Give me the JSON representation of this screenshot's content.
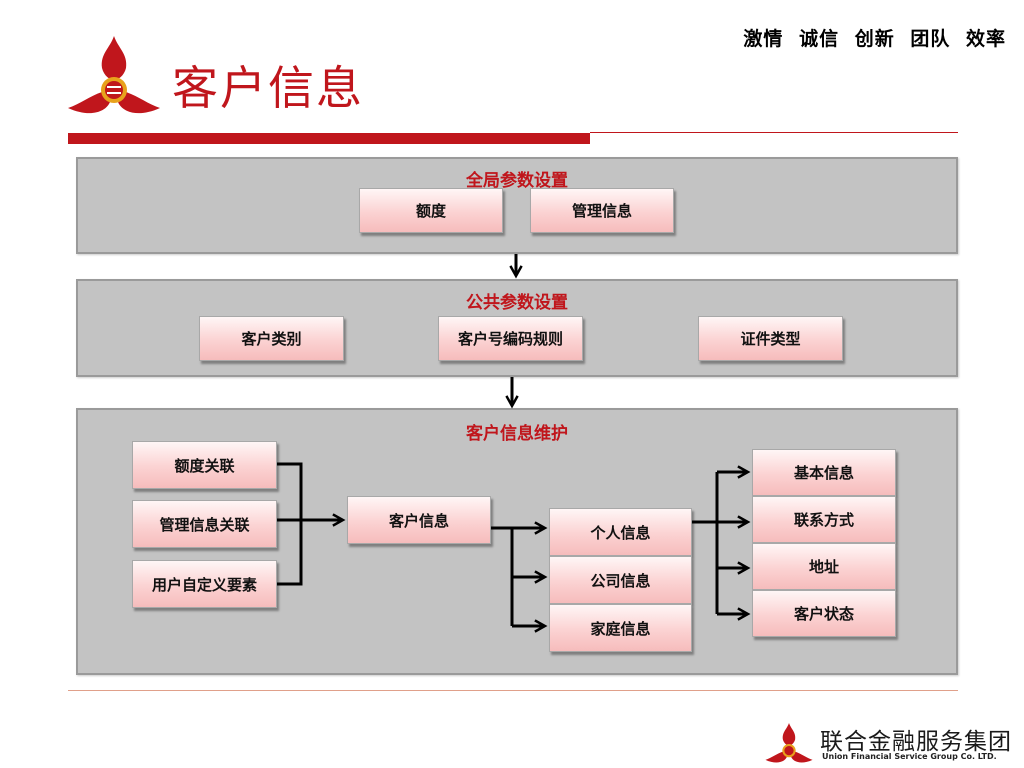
{
  "header": {
    "slogan": [
      "激情",
      "诚信",
      "创新",
      "团队",
      "效率"
    ],
    "title": "客户信息"
  },
  "diagram": {
    "global": {
      "title": "全局参数设置",
      "items": [
        "额度",
        "管理信息"
      ]
    },
    "public": {
      "title": "公共参数设置",
      "items": [
        "客户类别",
        "客户号编码规则",
        "证件类型"
      ]
    },
    "maintain": {
      "title": "客户信息维护",
      "inputs": [
        "额度关联",
        "管理信息关联",
        "用户自定义要素"
      ],
      "center": "客户信息",
      "types": [
        "个人信息",
        "公司信息",
        "家庭信息"
      ],
      "details": [
        "基本信息",
        "联系方式",
        "地址",
        "客户状态"
      ]
    }
  },
  "footer": {
    "company_cn": "联合金融服务集团",
    "company_en": "Union Financial Service Group Co. LTD."
  },
  "colors": {
    "brand_red": "#c0161c",
    "panel_gray": "#c3c3c3",
    "box_pink": "#fbd2d2"
  }
}
